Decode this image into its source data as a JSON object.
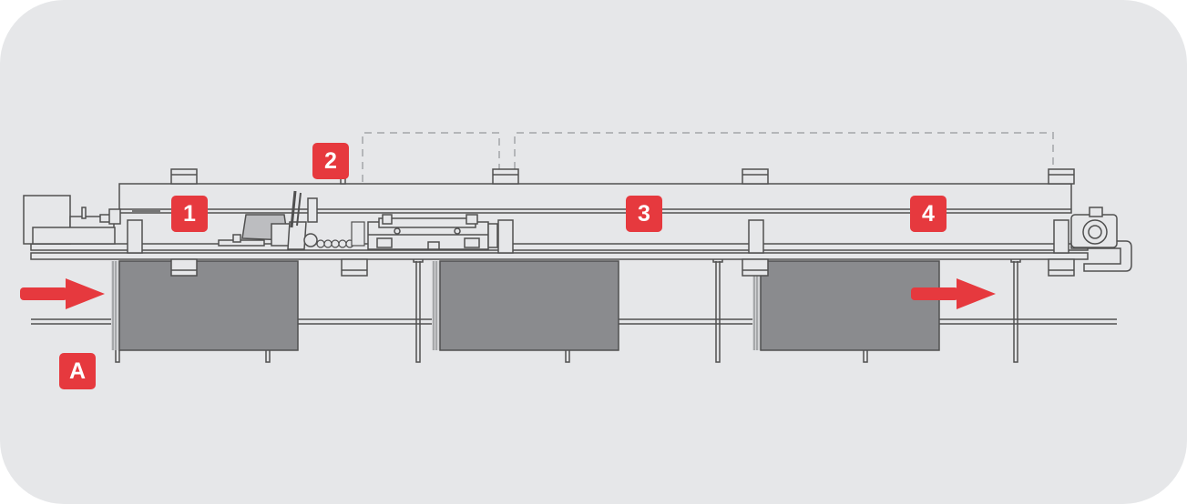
{
  "colors": {
    "background": "#e6e7e9",
    "badge": "#e6393e",
    "line": "#505050",
    "box_fill": "#8a8b8e",
    "dashed": "#b4b6b9"
  },
  "badges": [
    {
      "id": "1",
      "label": "1"
    },
    {
      "id": "2",
      "label": "2"
    },
    {
      "id": "3",
      "label": "3"
    },
    {
      "id": "4",
      "label": "4"
    },
    {
      "id": "A",
      "label": "A"
    }
  ],
  "arrows": [
    {
      "name": "infeed-arrow",
      "direction": "right"
    },
    {
      "name": "outfeed-arrow",
      "direction": "right"
    }
  ]
}
